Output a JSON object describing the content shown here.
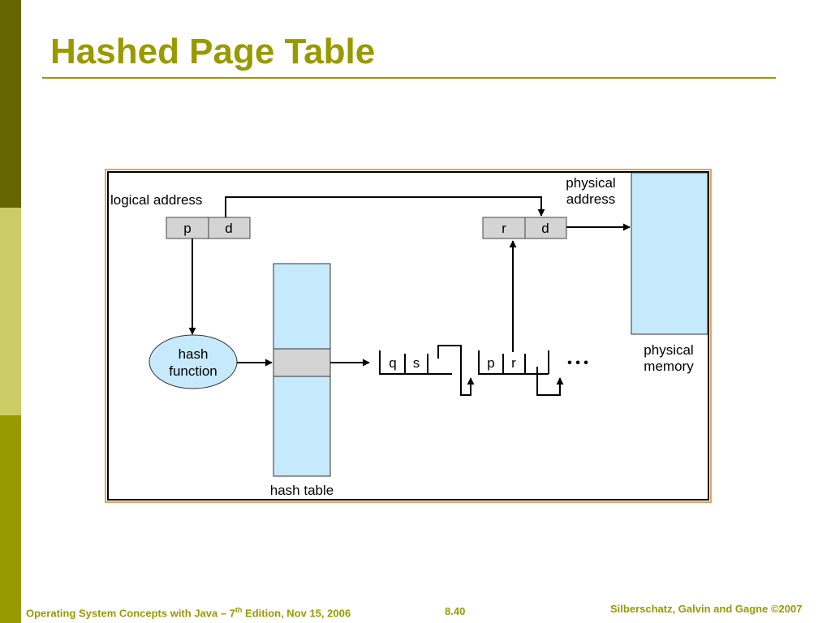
{
  "slide": {
    "title": "Hashed Page Table"
  },
  "diagram": {
    "logical_address_label": "logical address",
    "physical_address_label_line1": "physical",
    "physical_address_label_line2": "address",
    "logical_fields": [
      "p",
      "d"
    ],
    "physical_fields": [
      "r",
      "d"
    ],
    "hash_function_line1": "hash",
    "hash_function_line2": "function",
    "hash_table_label": "hash table",
    "chain_node1": [
      "q",
      "s"
    ],
    "chain_node2": [
      "p",
      "r"
    ],
    "chain_ellipsis": "• • •",
    "physical_memory_line1": "physical",
    "physical_memory_line2": "memory"
  },
  "colors": {
    "accent": "#999900",
    "sidebar_dark": "#666600",
    "sidebar_light": "#cccc66",
    "frame_orange": "#e8a060",
    "memory_fill": "#c6e9fb",
    "field_fill": "#d4d4d4"
  },
  "footer": {
    "left_prefix": "Operating System Concepts with Java – 7",
    "left_sup": "th",
    "left_suffix": " Edition, Nov 15, 2006",
    "page_number": "8.40",
    "right": "Silberschatz, Galvin and Gagne ©2007"
  }
}
